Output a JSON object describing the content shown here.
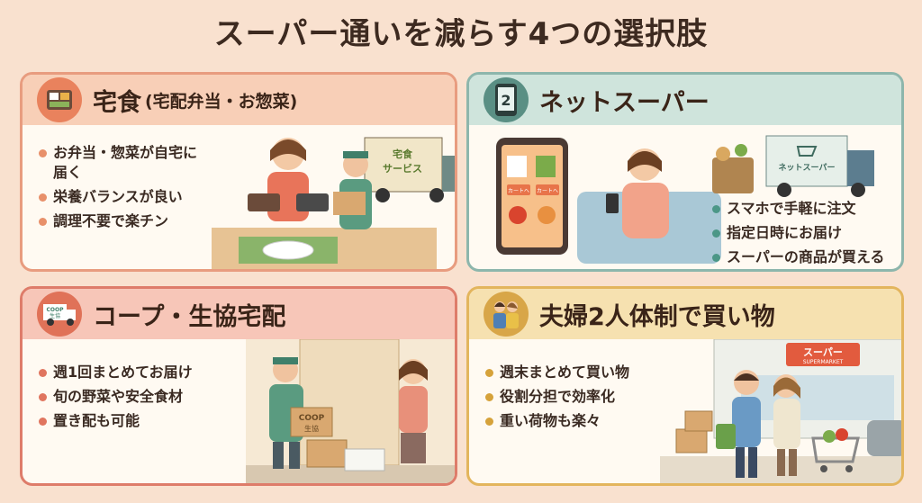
{
  "title": "スーパー通いを減らす4つの選択肢",
  "cards": [
    {
      "title": "宅食",
      "subtitle": "(宅配弁当・お惣菜)",
      "icon": "bento-icon",
      "truck_text": "宅食\nサービス",
      "bullets": [
        "お弁当・惣菜が自宅に\n届く",
        "栄養バランスが良い",
        "調理不要で楽チン"
      ],
      "accent": "#e9825d"
    },
    {
      "title": "ネットスーパー",
      "icon_text": "2",
      "icon": "smartphone-icon",
      "phone_buttons": [
        "カートへ",
        "カートへ"
      ],
      "truck_text": "ネットスーパー",
      "bullets": [
        "スマホで手軽に注文",
        "指定日時にお届け",
        "スーパーの商品が買える"
      ],
      "accent": "#5a8f84"
    },
    {
      "title": "コープ・生協宅配",
      "icon": "delivery-truck-icon",
      "icon_text": "COOP\n生協",
      "box_text": "COOP\n生協",
      "bullets": [
        "週1回まとめてお届け",
        "旬の野菜や安全食材",
        "置き配も可能"
      ],
      "accent": "#e07258"
    },
    {
      "title": "夫婦2人体制で買い物",
      "icon": "couple-icon",
      "store_sign": "スーパー",
      "store_sign_sub": "SUPERMARKET",
      "bullets": [
        "週末まとめて買い物",
        "役割分担で効率化",
        "重い荷物も楽々"
      ],
      "accent": "#d8a648"
    }
  ]
}
